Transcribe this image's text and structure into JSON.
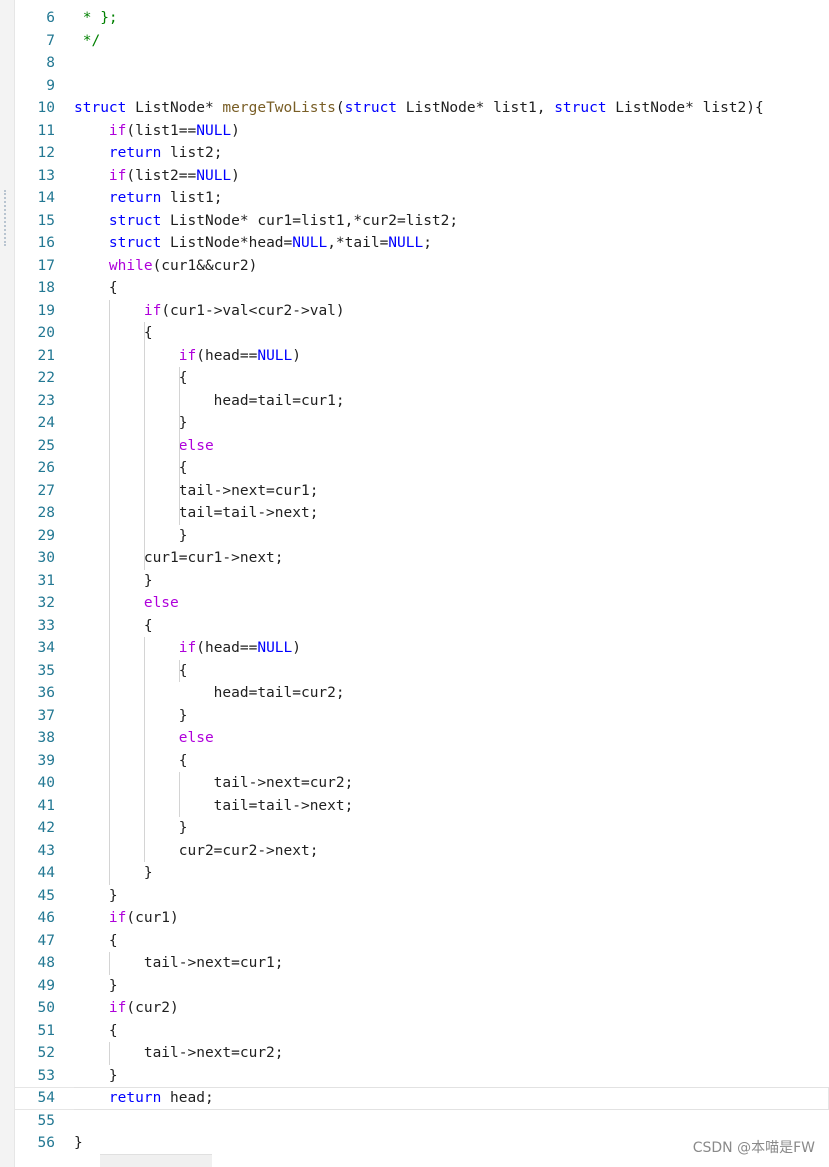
{
  "editor": {
    "lines": [
      {
        "n": "6",
        "t": " * };"
      },
      {
        "n": "7",
        "t": " */"
      },
      {
        "n": "8",
        "t": ""
      },
      {
        "n": "9",
        "t": ""
      },
      {
        "n": "10",
        "t": "struct ListNode* mergeTwoLists(struct ListNode* list1, struct ListNode* list2){"
      },
      {
        "n": "11",
        "t": "    if(list1==NULL)"
      },
      {
        "n": "12",
        "t": "    return list2;"
      },
      {
        "n": "13",
        "t": "    if(list2==NULL)"
      },
      {
        "n": "14",
        "t": "    return list1;"
      },
      {
        "n": "15",
        "t": "    struct ListNode* cur1=list1,*cur2=list2;"
      },
      {
        "n": "16",
        "t": "    struct ListNode*head=NULL,*tail=NULL;"
      },
      {
        "n": "17",
        "t": "    while(cur1&&cur2)"
      },
      {
        "n": "18",
        "t": "    {"
      },
      {
        "n": "19",
        "t": "        if(cur1->val<cur2->val)"
      },
      {
        "n": "20",
        "t": "        {"
      },
      {
        "n": "21",
        "t": "            if(head==NULL)"
      },
      {
        "n": "22",
        "t": "            {"
      },
      {
        "n": "23",
        "t": "                head=tail=cur1;"
      },
      {
        "n": "24",
        "t": "            }"
      },
      {
        "n": "25",
        "t": "            else"
      },
      {
        "n": "26",
        "t": "            {"
      },
      {
        "n": "27",
        "t": "            tail->next=cur1;"
      },
      {
        "n": "28",
        "t": "            tail=tail->next;"
      },
      {
        "n": "29",
        "t": "            }"
      },
      {
        "n": "30",
        "t": "        cur1=cur1->next;"
      },
      {
        "n": "31",
        "t": "        }"
      },
      {
        "n": "32",
        "t": "        else"
      },
      {
        "n": "33",
        "t": "        {"
      },
      {
        "n": "34",
        "t": "            if(head==NULL)"
      },
      {
        "n": "35",
        "t": "            {"
      },
      {
        "n": "36",
        "t": "                head=tail=cur2;"
      },
      {
        "n": "37",
        "t": "            }"
      },
      {
        "n": "38",
        "t": "            else"
      },
      {
        "n": "39",
        "t": "            {"
      },
      {
        "n": "40",
        "t": "                tail->next=cur2;"
      },
      {
        "n": "41",
        "t": "                tail=tail->next;"
      },
      {
        "n": "42",
        "t": "            }"
      },
      {
        "n": "43",
        "t": "            cur2=cur2->next;"
      },
      {
        "n": "44",
        "t": "        }"
      },
      {
        "n": "45",
        "t": "    }"
      },
      {
        "n": "46",
        "t": "    if(cur1)"
      },
      {
        "n": "47",
        "t": "    {"
      },
      {
        "n": "48",
        "t": "        tail->next=cur1;"
      },
      {
        "n": "49",
        "t": "    }"
      },
      {
        "n": "50",
        "t": "    if(cur2)"
      },
      {
        "n": "51",
        "t": "    {"
      },
      {
        "n": "52",
        "t": "        tail->next=cur2;"
      },
      {
        "n": "53",
        "t": "    }"
      },
      {
        "n": "54",
        "t": "    return head;"
      },
      {
        "n": "55",
        "t": ""
      },
      {
        "n": "56",
        "t": "}"
      }
    ],
    "current_line": "54"
  },
  "watermark": "CSDN @本喵是FW",
  "colors": {
    "keyword": "#0000ff",
    "control": "#af00db",
    "function": "#795e26",
    "comment": "#008000",
    "line_number": "#237893"
  }
}
